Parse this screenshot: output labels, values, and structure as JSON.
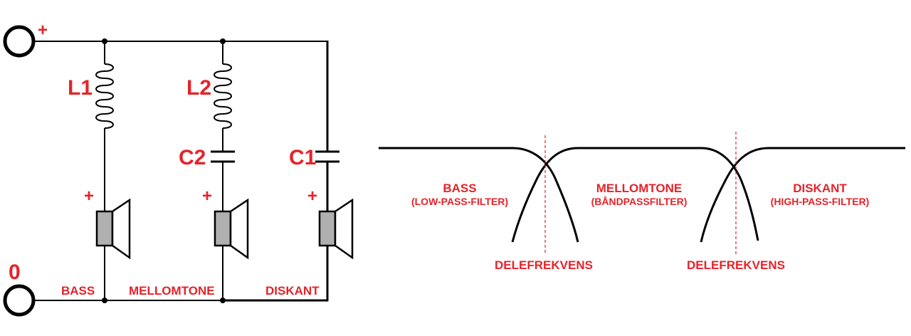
{
  "colors": {
    "label": "#e5232a",
    "wire": "#000000",
    "magnet": "#b0b0b0"
  },
  "circuit": {
    "terminal_plus_sign": "+",
    "terminal_zero_label": "0",
    "components": {
      "l1": "L1",
      "l2": "L2",
      "c1": "C1",
      "c2": "C2"
    },
    "speaker_polarity": "+",
    "speaker_labels": {
      "bass": "BASS",
      "mid": "MELLOMTONE",
      "treble": "DISKANT"
    }
  },
  "response": {
    "bands": [
      {
        "name": "BASS",
        "filter": "(LOW-PASS-FILTER)"
      },
      {
        "name": "MELLOMTONE",
        "filter": "(BÅNDPASSFILTER)"
      },
      {
        "name": "DISKANT",
        "filter": "(HIGH-PASS-FILTER)"
      }
    ],
    "crossovers": [
      "DELEFREKVENS",
      "DELEFREKVENS"
    ]
  }
}
